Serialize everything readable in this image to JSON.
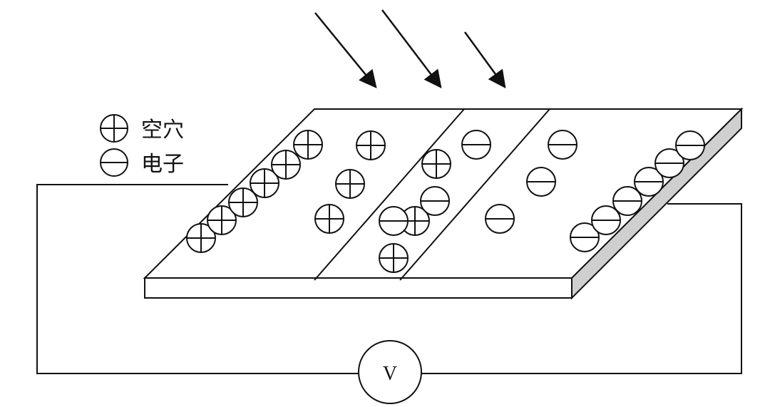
{
  "legend": {
    "hole_label": "空穴",
    "electron_label": "电子",
    "hole_icon": "plus-circle",
    "electron_icon": "minus-circle"
  },
  "meter": {
    "label": "V",
    "icon": "voltmeter"
  },
  "light": {
    "arrow_count": 3,
    "icon": "arrow-down-right"
  },
  "colors": {
    "line": "#111111",
    "side_face": "#cfcfcf",
    "background": "#ffffff"
  }
}
